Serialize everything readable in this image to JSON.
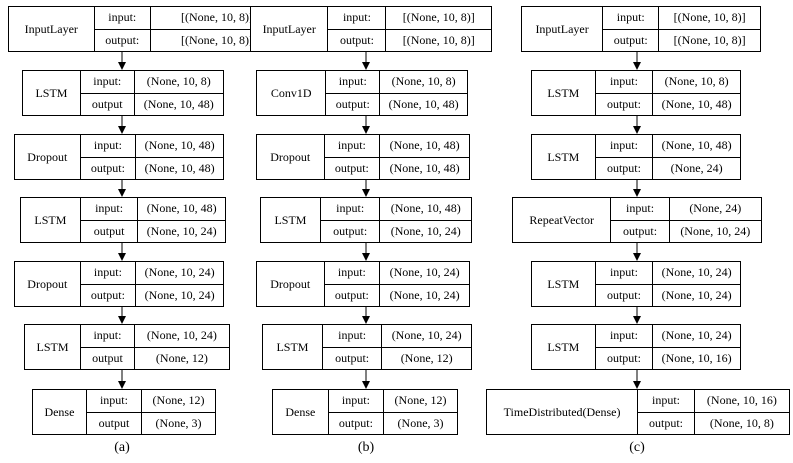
{
  "io_labels": {
    "input": "input:",
    "output": "output:",
    "output_alt": "output"
  },
  "diagrams": [
    {
      "caption": "(a)",
      "layers": [
        {
          "name": "InputLayer",
          "input": "[(None, 10, 8)]",
          "output": "[(None, 10, 8)]",
          "output_label": "output:"
        },
        {
          "name": "LSTM",
          "input": "(None, 10, 8)",
          "output": "(None, 10, 48)",
          "output_label": "output"
        },
        {
          "name": "Dropout",
          "input": "(None, 10, 48)",
          "output": "(None, 10, 48)",
          "output_label": "output:"
        },
        {
          "name": "LSTM",
          "input": "(None, 10, 48)",
          "output": "(None, 10, 24)",
          "output_label": "output"
        },
        {
          "name": "Dropout",
          "input": "(None, 10, 24)",
          "output": "(None, 10, 24)",
          "output_label": "output:"
        },
        {
          "name": "LSTM",
          "input": "(None, 10, 24)",
          "output": "(None, 12)",
          "output_label": "output"
        },
        {
          "name": "Dense",
          "input": "(None, 12)",
          "output": "(None, 3)",
          "output_label": "output"
        }
      ]
    },
    {
      "caption": "(b)",
      "layers": [
        {
          "name": "InputLayer",
          "input": "[(None, 10, 8)]",
          "output": "[(None, 10, 8)]",
          "output_label": "output:"
        },
        {
          "name": "Conv1D",
          "input": "(None, 10, 8)",
          "output": "(None, 10, 48)",
          "output_label": "output:"
        },
        {
          "name": "Dropout",
          "input": "(None, 10, 48)",
          "output": "(None, 10, 48)",
          "output_label": "output:"
        },
        {
          "name": "LSTM",
          "input": "(None, 10, 48)",
          "output": "(None, 10, 24)",
          "output_label": "output:"
        },
        {
          "name": "Dropout",
          "input": "(None, 10, 24)",
          "output": "(None, 10, 24)",
          "output_label": "output:"
        },
        {
          "name": "LSTM",
          "input": "(None, 10, 24)",
          "output": "(None, 12)",
          "output_label": "output:"
        },
        {
          "name": "Dense",
          "input": "(None, 12)",
          "output": "(None, 3)",
          "output_label": "output:"
        }
      ]
    },
    {
      "caption": "(c)",
      "layers": [
        {
          "name": "InputLayer",
          "input": "[(None, 10, 8)]",
          "output": "[(None, 10, 8)]",
          "output_label": "output:"
        },
        {
          "name": "LSTM",
          "input": "(None, 10, 8)",
          "output": "(None, 10, 48)",
          "output_label": "output:"
        },
        {
          "name": "LSTM",
          "input": "(None, 10, 48)",
          "output": "(None, 24)",
          "output_label": "output:"
        },
        {
          "name": "RepeatVector",
          "input": "(None, 24)",
          "output": "(None, 10, 24)",
          "output_label": "output:"
        },
        {
          "name": "LSTM",
          "input": "(None, 10, 24)",
          "output": "(None, 10, 24)",
          "output_label": "output:"
        },
        {
          "name": "LSTM",
          "input": "(None, 10, 24)",
          "output": "(None, 10, 16)",
          "output_label": "output:"
        },
        {
          "name": "TimeDistributed(Dense)",
          "input": "(None, 10, 16)",
          "output": "(None, 10, 8)",
          "output_label": "output:"
        }
      ]
    }
  ]
}
